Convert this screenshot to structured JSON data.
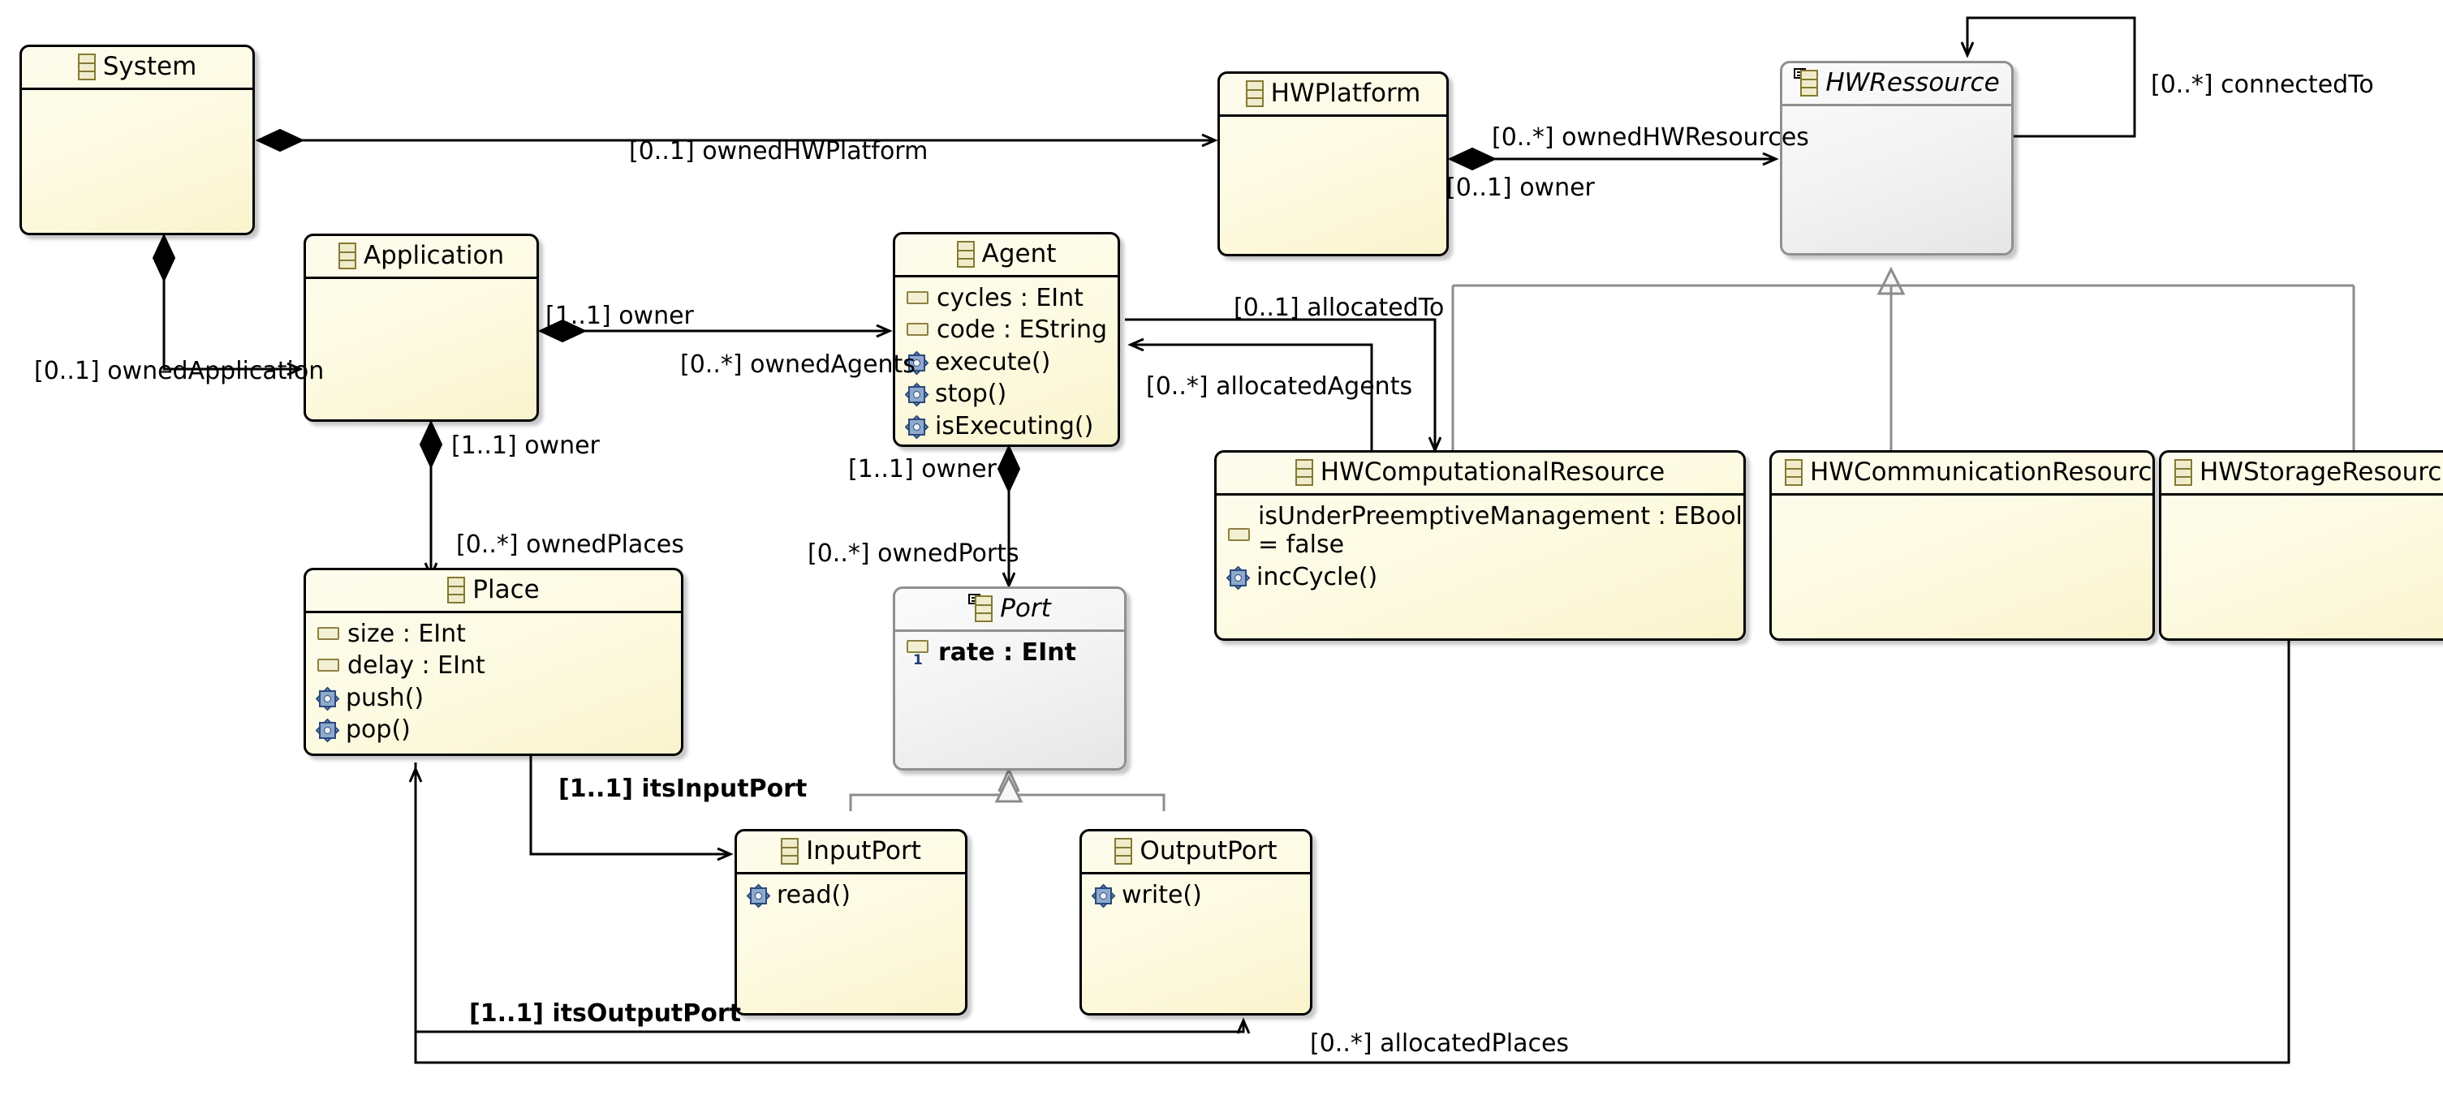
{
  "diagram": {
    "kind": "uml-class-diagram",
    "title": "Agent / HWPlatform metamodel"
  },
  "palette": {
    "class_fill_light": "#fdfced",
    "class_fill_dark": "#faf4cd",
    "class_border": "#000000",
    "abstract_fill_light": "#fbfbfb",
    "abstract_fill_dark": "#e6e6e6",
    "abstract_border": "#909090",
    "icon_class_fill": "#f0eccb",
    "icon_class_border": "#857a33",
    "icon_attr_fill": "#f2efd2",
    "icon_attr_border": "#8d8141",
    "icon_op_fill": "#8fa9cd",
    "icon_op_border": "#2a4a7c",
    "generalization_line": "#8c8c8c",
    "association_line": "#000000",
    "background": "#ffffff"
  },
  "classes": [
    {
      "id": "system",
      "name": "System",
      "abstract": false,
      "icon": "class-icon",
      "attributes": [],
      "operations": []
    },
    {
      "id": "application",
      "name": "Application",
      "abstract": false,
      "icon": "class-icon",
      "attributes": [],
      "operations": []
    },
    {
      "id": "agent",
      "name": "Agent",
      "abstract": false,
      "icon": "class-icon",
      "attributes": [
        "cycles : EInt",
        "code : EString"
      ],
      "operations": [
        "execute()",
        "stop()",
        "isExecuting()"
      ]
    },
    {
      "id": "hwplatform",
      "name": "HWPlatform",
      "abstract": false,
      "icon": "class-icon",
      "attributes": [],
      "operations": []
    },
    {
      "id": "hwressource",
      "name": "HWRessource",
      "abstract": true,
      "icon": "abstract-class-icon",
      "attributes": [],
      "operations": []
    },
    {
      "id": "place",
      "name": "Place",
      "abstract": false,
      "icon": "class-icon",
      "attributes": [
        "size : EInt",
        "delay : EInt"
      ],
      "operations": [
        "push()",
        "pop()"
      ]
    },
    {
      "id": "port",
      "name": "Port",
      "abstract": true,
      "icon": "abstract-class-icon",
      "attributes": [
        "rate : EInt"
      ],
      "attribute_multiplicity": "1",
      "operations": []
    },
    {
      "id": "hwcomputational",
      "name": "HWComputationalResource",
      "abstract": false,
      "icon": "class-icon",
      "attributes": [
        "isUnderPreemptiveManagement : EBoolean",
        "= false"
      ],
      "operations": [
        "incCycle()"
      ]
    },
    {
      "id": "hwcommunication",
      "name": "HWCommunicationResource",
      "abstract": false,
      "icon": "class-icon",
      "attributes": [],
      "operations": []
    },
    {
      "id": "hwstorage",
      "name": "HWStorageResource",
      "abstract": false,
      "icon": "class-icon",
      "attributes": [],
      "operations": []
    },
    {
      "id": "inputport",
      "name": "InputPort",
      "abstract": false,
      "icon": "class-icon",
      "attributes": [],
      "operations": [
        "read()"
      ]
    },
    {
      "id": "outputport",
      "name": "OutputPort",
      "abstract": false,
      "icon": "class-icon",
      "attributes": [],
      "operations": [
        "write()"
      ]
    }
  ],
  "edge_labels": {
    "owned_hw_platform": "[0..1] ownedHWPlatform",
    "owned_hw_resources": "[0..*] ownedHWResources",
    "owner_hw": "[0..1] owner",
    "connected_to": "[0..*] connectedTo",
    "owner_application": "[1..1] owner",
    "owned_application": "[0..1] ownedApplication",
    "owned_agents": "[0..*] ownedAgents",
    "allocated_to": "[0..1] allocatedTo",
    "allocated_agents": "[0..*] allocatedAgents",
    "owner_place": "[1..1] owner",
    "owned_places": "[0..*] ownedPlaces",
    "owner_port": "[1..1] owner",
    "owned_ports": "[0..*] ownedPorts",
    "its_input_port": "[1..1] itsInputPort",
    "its_output_port": "[1..1] itsOutputPort",
    "allocated_places": "[0..*] allocatedPlaces"
  },
  "relationships": [
    {
      "from": "System",
      "to": "HWPlatform",
      "type": "composition",
      "label": "[0..1] ownedHWPlatform"
    },
    {
      "from": "System",
      "to": "Application",
      "type": "composition",
      "label": "[0..1] ownedApplication"
    },
    {
      "from": "HWPlatform",
      "to": "HWRessource",
      "type": "composition",
      "label": "[0..*] ownedHWResources",
      "other_end": "[0..1] owner"
    },
    {
      "from": "HWRessource",
      "to": "HWRessource",
      "type": "association",
      "label": "[0..*] connectedTo"
    },
    {
      "from": "Application",
      "to": "Agent",
      "type": "composition",
      "label": "[0..*] ownedAgents",
      "other_end": "[1..1] owner"
    },
    {
      "from": "Application",
      "to": "Place",
      "type": "composition",
      "label": "[0..*] ownedPlaces",
      "other_end": "[1..1] owner"
    },
    {
      "from": "Agent",
      "to": "Port",
      "type": "composition",
      "label": "[0..*] ownedPorts",
      "other_end": "[1..1] owner"
    },
    {
      "from": "Agent",
      "to": "HWComputationalResource",
      "type": "association",
      "label": "[0..1] allocatedTo"
    },
    {
      "from": "HWComputationalResource",
      "to": "Agent",
      "type": "association",
      "label": "[0..*] allocatedAgents"
    },
    {
      "from": "Place",
      "to": "InputPort",
      "type": "association",
      "label": "[1..1] itsInputPort"
    },
    {
      "from": "Place",
      "to": "OutputPort",
      "type": "association",
      "label": "[1..1] itsOutputPort"
    },
    {
      "from": "HWStorageResource",
      "to": "Place",
      "type": "association",
      "label": "[0..*] allocatedPlaces"
    },
    {
      "from": "InputPort",
      "to": "Port",
      "type": "generalization"
    },
    {
      "from": "OutputPort",
      "to": "Port",
      "type": "generalization"
    },
    {
      "from": "HWComputationalResource",
      "to": "HWRessource",
      "type": "generalization"
    },
    {
      "from": "HWCommunicationResource",
      "to": "HWRessource",
      "type": "generalization"
    },
    {
      "from": "HWStorageResource",
      "to": "HWRessource",
      "type": "generalization"
    }
  ]
}
